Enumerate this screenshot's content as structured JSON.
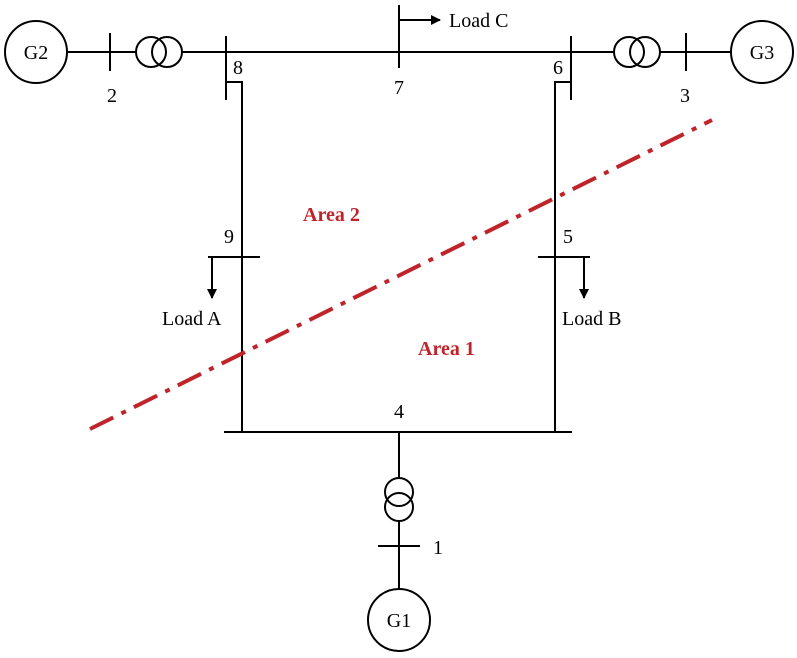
{
  "generators": {
    "g1": "G1",
    "g2": "G2",
    "g3": "G3"
  },
  "buses": {
    "b1": "1",
    "b2": "2",
    "b3": "3",
    "b4": "4",
    "b5": "5",
    "b6": "6",
    "b7": "7",
    "b8": "8",
    "b9": "9"
  },
  "loads": {
    "a": "Load A",
    "b": "Load B",
    "c": "Load C"
  },
  "areas": {
    "area1": "Area 1",
    "area2": "Area 2"
  },
  "colors": {
    "area_line": "#c0242b",
    "wires": "#000000"
  }
}
